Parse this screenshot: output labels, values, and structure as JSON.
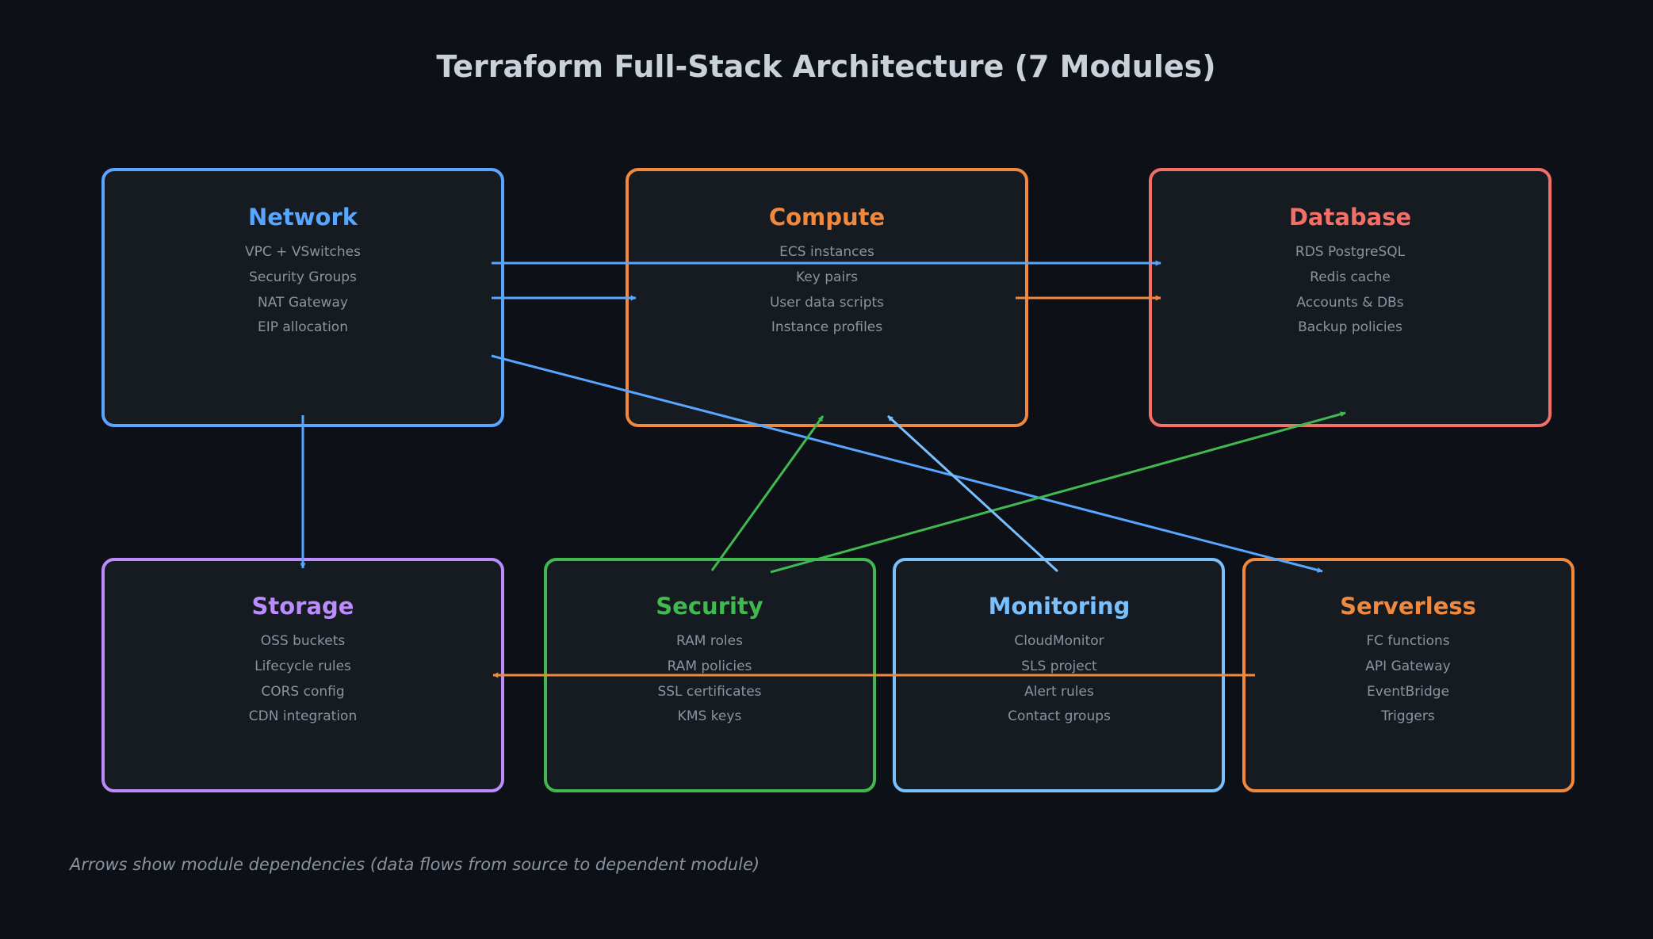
{
  "title": "Terraform Full-Stack Architecture (7 Modules)",
  "footnote": "Arrows show module dependencies (data flows from source to dependent module)",
  "colors": {
    "background": "#0d1117",
    "box_fill": "#161b22",
    "network": "#58a6ff",
    "compute": "#f0883e",
    "database": "#f47067",
    "storage": "#bc8cff",
    "security": "#3fb950",
    "monitoring": "#79c0ff",
    "serverless": "#f0883e"
  },
  "modules": {
    "network": {
      "name": "Network",
      "items": [
        "VPC + VSwitches",
        "Security Groups",
        "NAT Gateway",
        "EIP allocation"
      ]
    },
    "compute": {
      "name": "Compute",
      "items": [
        "ECS instances",
        "Key pairs",
        "User data scripts",
        "Instance profiles"
      ]
    },
    "database": {
      "name": "Database",
      "items": [
        "RDS PostgreSQL",
        "Redis cache",
        "Accounts & DBs",
        "Backup policies"
      ]
    },
    "storage": {
      "name": "Storage",
      "items": [
        "OSS buckets",
        "Lifecycle rules",
        "CORS config",
        "CDN integration"
      ]
    },
    "security": {
      "name": "Security",
      "items": [
        "RAM roles",
        "RAM policies",
        "SSL certificates",
        "KMS keys"
      ]
    },
    "monitoring": {
      "name": "Monitoring",
      "items": [
        "CloudMonitor",
        "SLS project",
        "Alert rules",
        "Contact groups"
      ]
    },
    "serverless": {
      "name": "Serverless",
      "items": [
        "FC functions",
        "API Gateway",
        "EventBridge",
        "Triggers"
      ]
    }
  },
  "dependencies": [
    {
      "from": "network",
      "to": "compute",
      "color": "#58a6ff"
    },
    {
      "from": "network",
      "to": "database",
      "color": "#58a6ff"
    },
    {
      "from": "network",
      "to": "storage",
      "color": "#58a6ff"
    },
    {
      "from": "network",
      "to": "serverless",
      "color": "#58a6ff"
    },
    {
      "from": "compute",
      "to": "database",
      "color": "#f0883e"
    },
    {
      "from": "security",
      "to": "compute",
      "color": "#3fb950"
    },
    {
      "from": "security",
      "to": "database",
      "color": "#3fb950"
    },
    {
      "from": "monitoring",
      "to": "compute",
      "color": "#79c0ff"
    },
    {
      "from": "serverless",
      "to": "storage",
      "color": "#f0883e"
    }
  ]
}
